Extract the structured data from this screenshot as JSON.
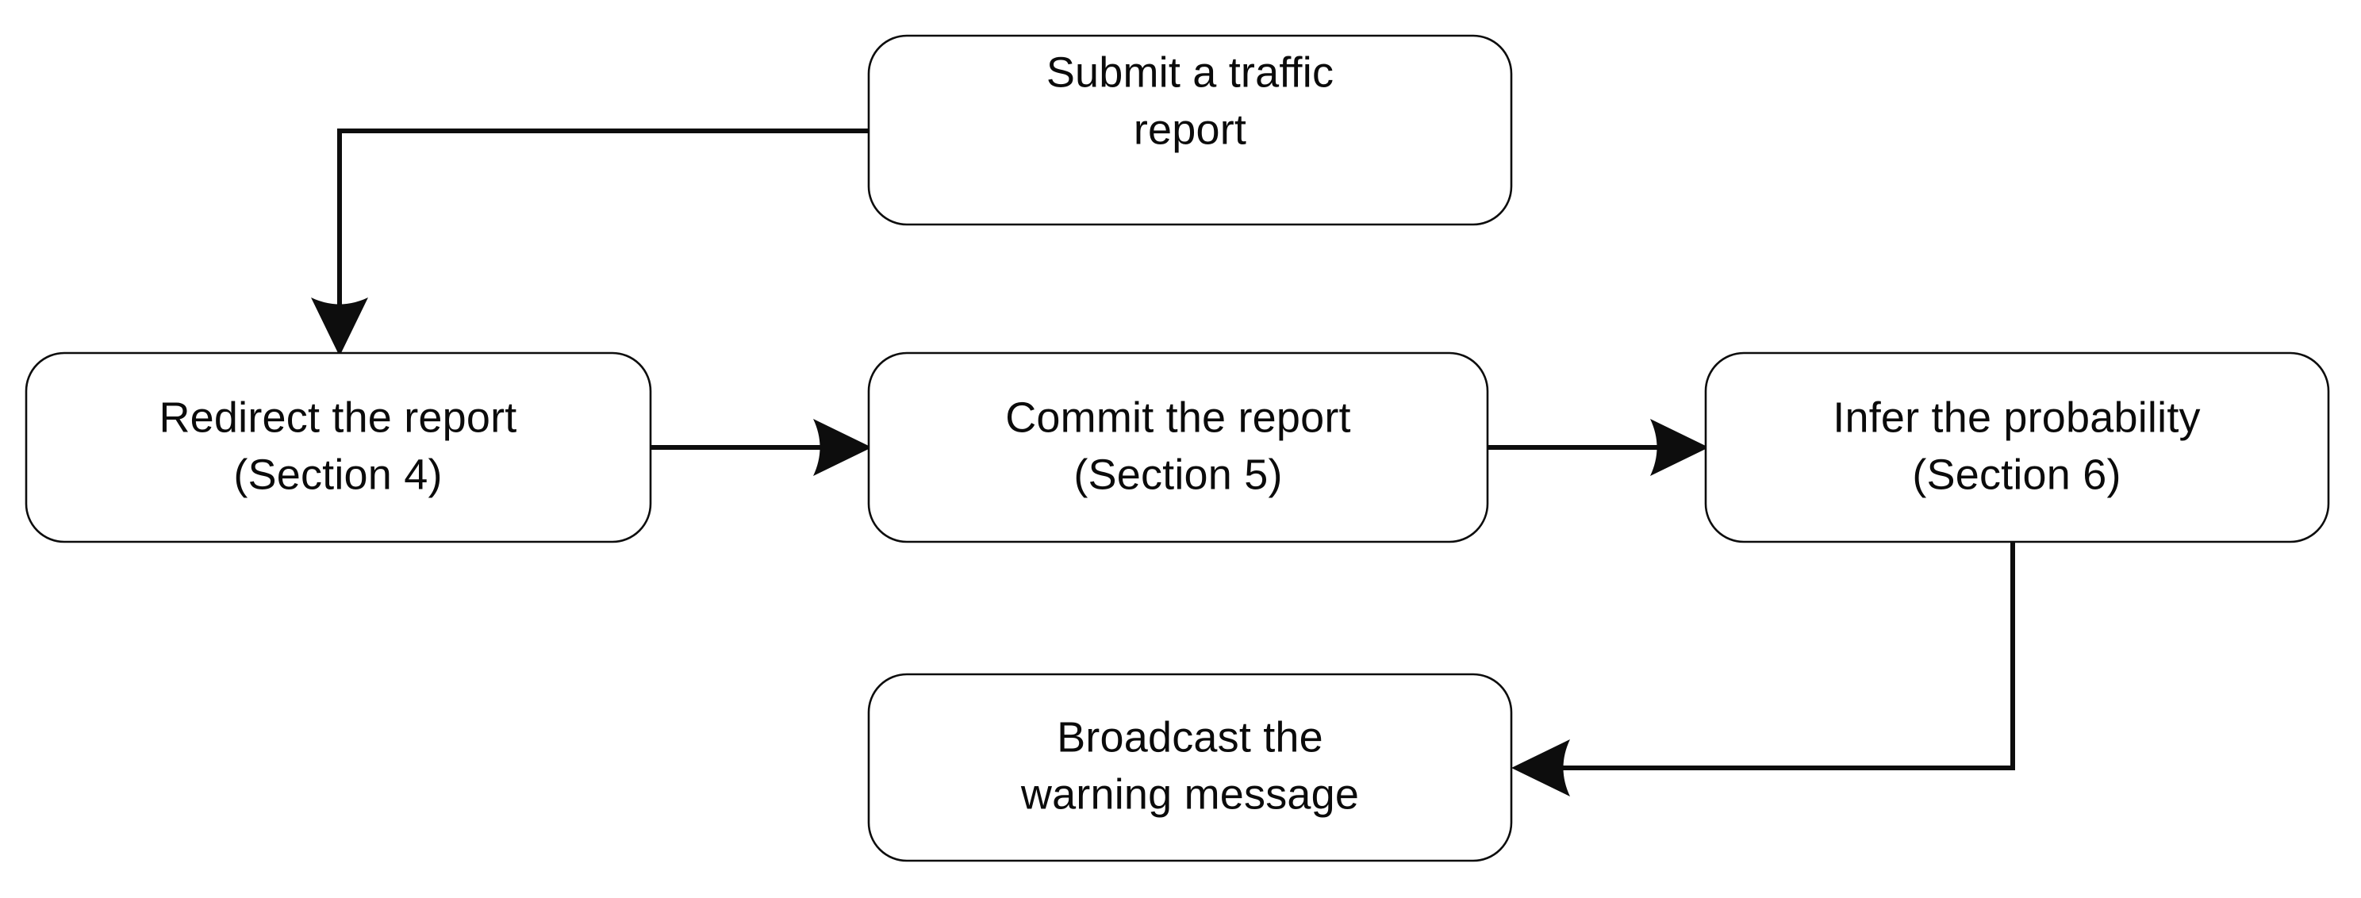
{
  "diagram": {
    "type": "flowchart",
    "orientation": "left-to-right-with-vertical-branches",
    "background_color": "#ffffff",
    "stroke_color": "#0d0d0d",
    "text_color": "#0b0b0b",
    "node_fill": "#ffffff",
    "node_shape": "rounded-rectangle",
    "nodes": [
      {
        "id": "submit",
        "label_line1": "Submit a traffic",
        "label_line2": "report",
        "full_label": "Submit a traffic report"
      },
      {
        "id": "redirect",
        "label_line1": "Redirect the report",
        "label_line2": "(Section 4)",
        "full_label": "Redirect the report (Section 4)"
      },
      {
        "id": "commit",
        "label_line1": "Commit the report",
        "label_line2": "(Section 5)",
        "full_label": "Commit the report (Section 5)"
      },
      {
        "id": "infer",
        "label_line1": "Infer the probability",
        "label_line2": "(Section 6)",
        "full_label": "Infer the probability (Section 6)"
      },
      {
        "id": "broadcast",
        "label_line1": "Broadcast the",
        "label_line2": "warning message",
        "full_label": "Broadcast the warning message"
      }
    ],
    "edges": [
      {
        "id": "edge-submit-redirect",
        "from": "submit",
        "to": "redirect",
        "style": "orthogonal",
        "arrowhead": "block",
        "label": ""
      },
      {
        "id": "edge-redirect-commit",
        "from": "redirect",
        "to": "commit",
        "style": "straight",
        "arrowhead": "block",
        "label": ""
      },
      {
        "id": "edge-commit-infer",
        "from": "commit",
        "to": "infer",
        "style": "straight",
        "arrowhead": "block",
        "label": ""
      },
      {
        "id": "edge-infer-broadcast",
        "from": "infer",
        "to": "broadcast",
        "style": "orthogonal",
        "arrowhead": "block",
        "label": ""
      }
    ]
  }
}
